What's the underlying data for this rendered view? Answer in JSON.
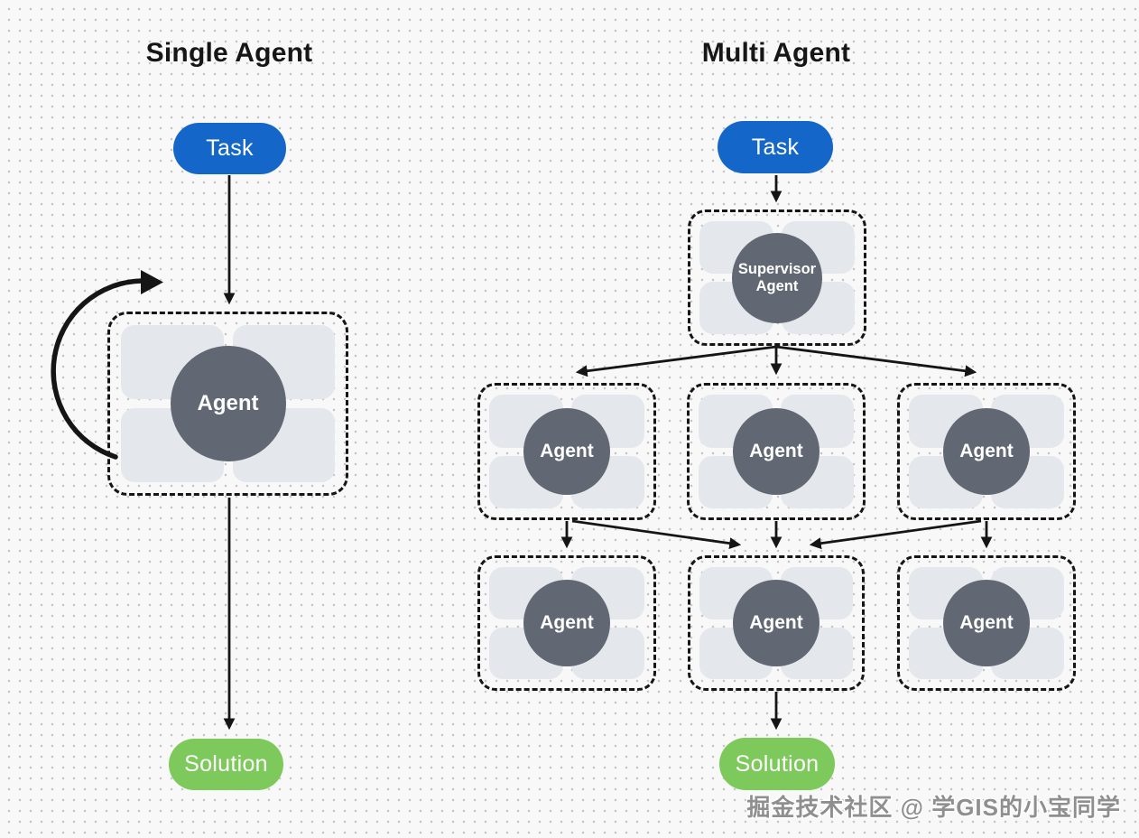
{
  "left_panel": {
    "title": "Single Agent",
    "task": {
      "label": "Task"
    },
    "agent": {
      "label": "Agent"
    },
    "solution": {
      "label": "Solution"
    }
  },
  "right_panel": {
    "title": "Multi Agent",
    "task": {
      "label": "Task"
    },
    "supervisor": {
      "label": "Supervisor Agent"
    },
    "middle_agents": [
      {
        "label": "Agent"
      },
      {
        "label": "Agent"
      },
      {
        "label": "Agent"
      }
    ],
    "bottom_agents": [
      {
        "label": "Agent"
      },
      {
        "label": "Agent"
      },
      {
        "label": "Agent"
      }
    ],
    "solution": {
      "label": "Solution"
    }
  },
  "watermark": {
    "text": "掘金技术社区 @ 学GIS的小宝同学"
  },
  "colors": {
    "task_fill": "#1467c8",
    "solution_fill": "#7ec95b",
    "agent_circle_fill": "#626873",
    "tile_fill": "#e4e7ec",
    "arrow_line": "#151515",
    "background": "#f8f8f8"
  }
}
